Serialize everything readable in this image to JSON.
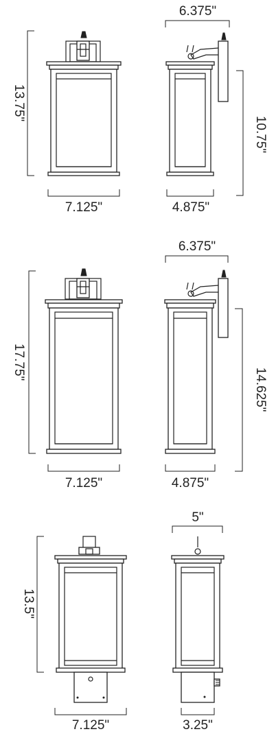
{
  "labels": {
    "wall_small_height": "13.75\"",
    "wall_small_front_width": "7.125\"",
    "wall_small_side_depth": "6.375\"",
    "wall_small_side_width": "4.875\"",
    "wall_small_side_height": "10.75\"",
    "wall_large_height": "17.75\"",
    "wall_large_front_width": "7.125\"",
    "wall_large_side_depth": "6.375\"",
    "wall_large_side_width": "4.875\"",
    "wall_large_side_height": "14.625\"",
    "post_height": "13.5\"",
    "post_front_width": "7.125\"",
    "post_side_depth": "5\"",
    "post_side_width": "3.25\""
  }
}
